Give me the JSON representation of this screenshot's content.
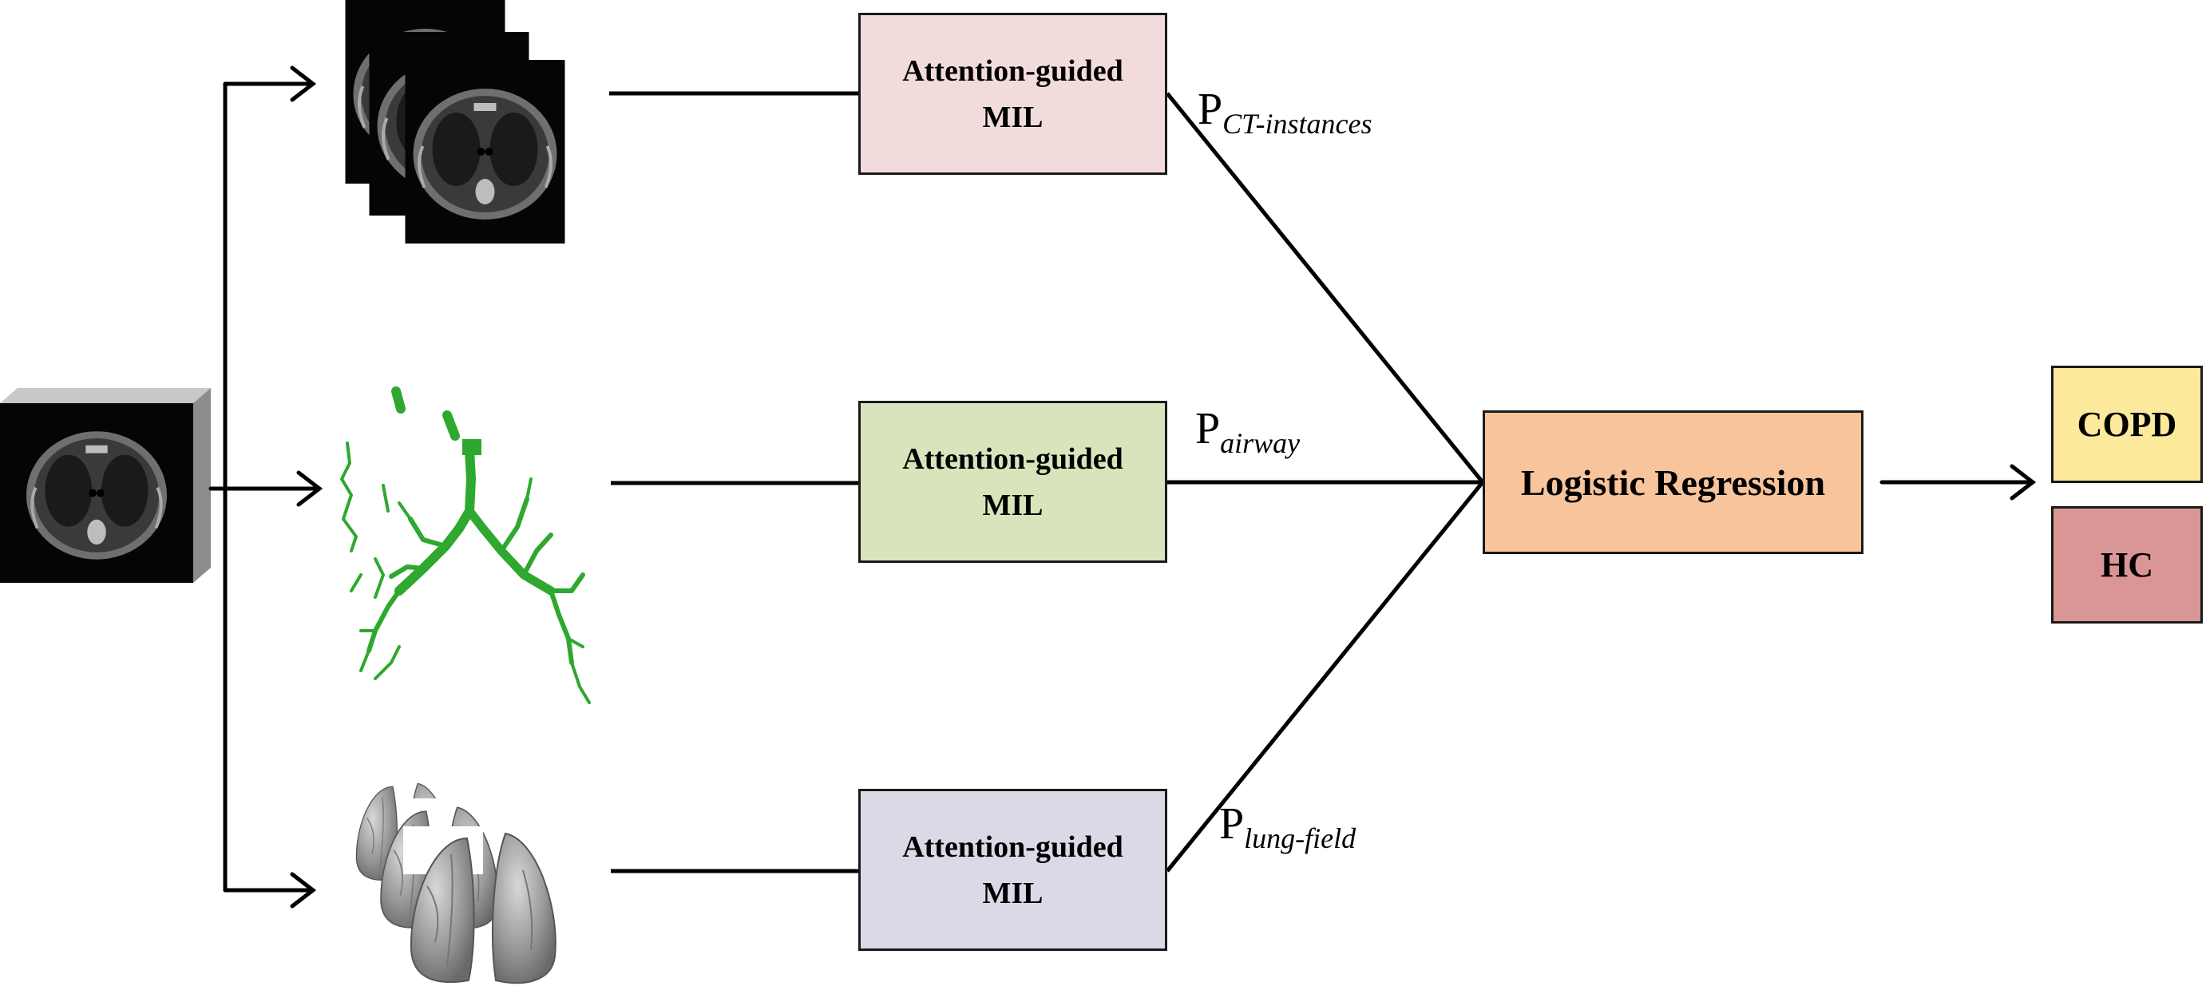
{
  "branches": [
    {
      "id": "ct",
      "module": "Attention-guided\nMIL",
      "symbol": "P",
      "subscript": "CT-instances",
      "color": "#f2dcdb"
    },
    {
      "id": "airway",
      "module": "Attention-guided\nMIL",
      "symbol": "P",
      "subscript": "airway",
      "color": "#d8e4bc"
    },
    {
      "id": "lung",
      "module": "Attention-guided\nMIL",
      "symbol": "P",
      "subscript": "lung-field",
      "color": "#dcd8e6"
    }
  ],
  "fusion": {
    "label": "Logistic Regression",
    "color": "#f8c49c"
  },
  "outputs": [
    {
      "label": "COPD",
      "color": "#fde99c"
    },
    {
      "label": "HC",
      "color": "#d99694"
    }
  ],
  "icons": {
    "input": "ct-volume-cube-icon",
    "ct_branch": "ct-slices-stack-icon",
    "airway_branch": "airway-tree-icon",
    "lung_branch": "lung-field-stack-icon"
  },
  "colors": {
    "line": "#000000",
    "airway_green": "#2ea82e",
    "box_border": "#1a1a1a"
  }
}
